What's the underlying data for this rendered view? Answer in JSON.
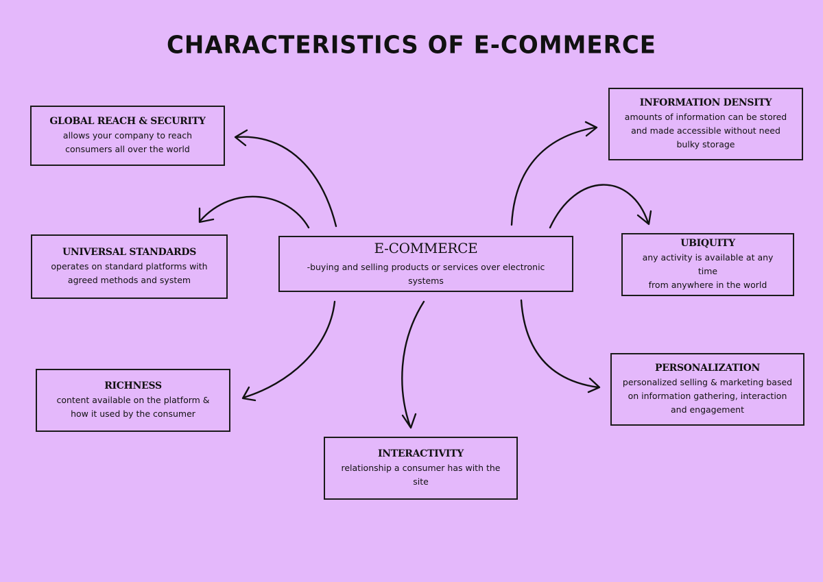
{
  "title": "CHARACTERISTICS OF E-COMMERCE",
  "center": {
    "heading": "E-COMMERCE",
    "description": "-buying and selling products or services over electronic systems"
  },
  "nodes": {
    "global_reach": {
      "heading": "GLOBAL REACH & SECURITY",
      "line1": "allows your company to reach",
      "line2": "consumers all over the world"
    },
    "universal_standards": {
      "heading": "UNIVERSAL STANDARDS",
      "line1": "operates on standard platforms with",
      "line2": "agreed methods and system"
    },
    "richness": {
      "heading": "RICHNESS",
      "line1": "content available on the platform &",
      "line2": "how it used by the consumer"
    },
    "interactivity": {
      "heading": "INTERACTIVITY",
      "line1": "relationship a consumer has with the",
      "line2": "site"
    },
    "information_density": {
      "heading": "INFORMATION DENSITY",
      "line1": "amounts of information can be stored",
      "line2": "and made accessible without need",
      "line3": "bulky storage"
    },
    "ubiquity": {
      "heading": "UBIQUITY",
      "line1": "any activity is available at any time",
      "line2": "from anywhere in the world"
    },
    "personalization": {
      "heading": "PERSONALIZATION",
      "line1": "personalized selling & marketing based",
      "line2": "on information gathering, interaction",
      "line3": "and engagement"
    }
  }
}
